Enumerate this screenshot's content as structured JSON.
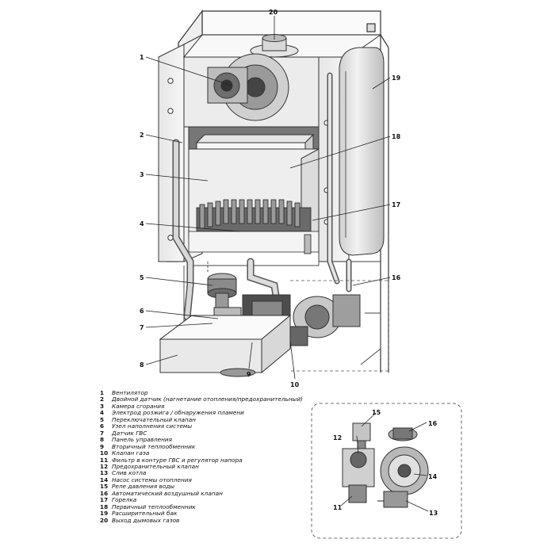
{
  "diagram": {
    "callouts": [
      {
        "num": "1"
      },
      {
        "num": "2"
      },
      {
        "num": "3"
      },
      {
        "num": "4"
      },
      {
        "num": "5"
      },
      {
        "num": "6"
      },
      {
        "num": "7"
      },
      {
        "num": "8"
      },
      {
        "num": "9"
      },
      {
        "num": "10"
      },
      {
        "num": "11"
      },
      {
        "num": "12"
      },
      {
        "num": "13"
      },
      {
        "num": "14"
      },
      {
        "num": "15"
      },
      {
        "num": "16"
      },
      {
        "num": "17"
      },
      {
        "num": "18"
      },
      {
        "num": "19"
      },
      {
        "num": "20"
      }
    ]
  },
  "legend": [
    {
      "num": "1",
      "label": "Вентилятор"
    },
    {
      "num": "2",
      "label": "Двойной датчик (нагнетание отопления/предохранительный)"
    },
    {
      "num": "3",
      "label": "Камера сгорания"
    },
    {
      "num": "4",
      "label": "Электрод розжига / обнаружения пламени"
    },
    {
      "num": "5",
      "label": "Переключательный клапан"
    },
    {
      "num": "6",
      "label": "Узел наполнения системы"
    },
    {
      "num": "7",
      "label": "Датчик ГВС"
    },
    {
      "num": "8",
      "label": "Панель управления"
    },
    {
      "num": "9",
      "label": "Вторичный теплообменник"
    },
    {
      "num": "10",
      "label": "Клапан газа"
    },
    {
      "num": "11",
      "label": "Фильтр в контуре ГВС и регулятор напора"
    },
    {
      "num": "12",
      "label": "Предохранительный клапан"
    },
    {
      "num": "13",
      "label": "Слив котла"
    },
    {
      "num": "14",
      "label": "Насос системы отопления"
    },
    {
      "num": "15",
      "label": "Реле давления воды"
    },
    {
      "num": "16",
      "label": "Автоматический воздушный клапан"
    },
    {
      "num": "17",
      "label": "Горелка"
    },
    {
      "num": "18",
      "label": "Первичный теплообменник"
    },
    {
      "num": "19",
      "label": "Расширительный бак"
    },
    {
      "num": "20",
      "label": "Выход дымовых газов"
    }
  ]
}
